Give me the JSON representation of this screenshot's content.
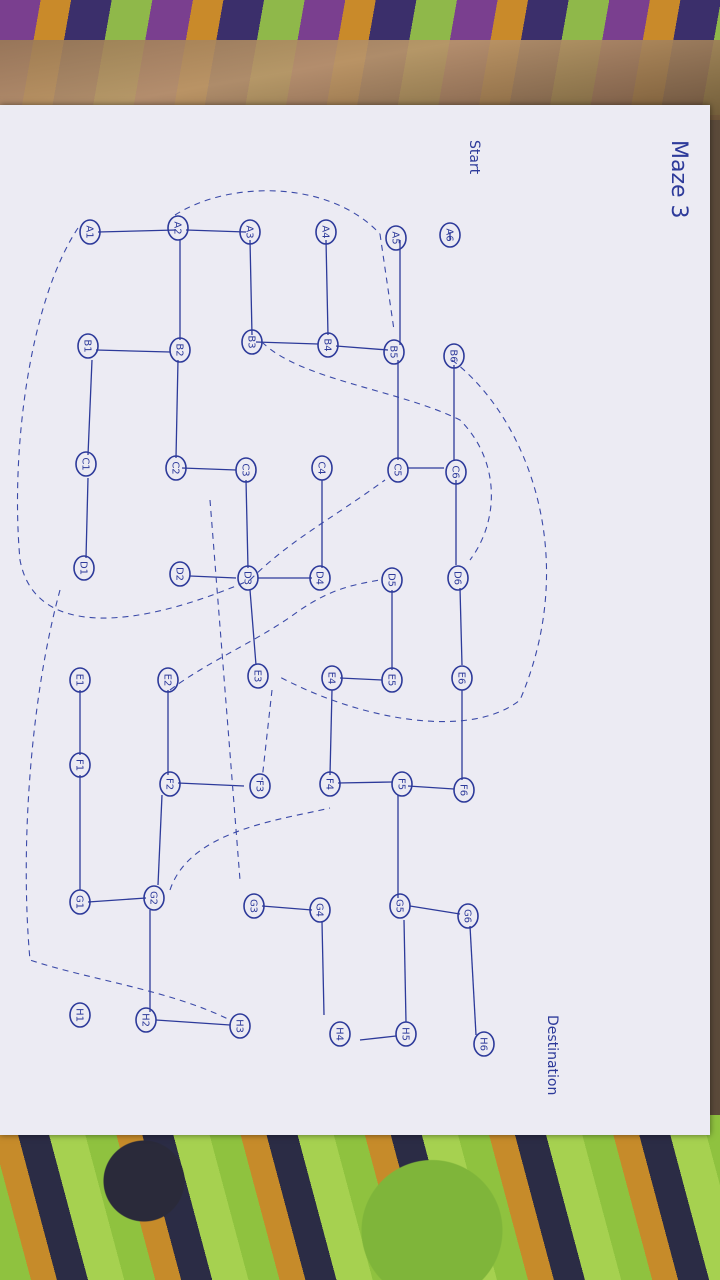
{
  "title": "Maze 3",
  "start_label": "Start",
  "destination_label": "Destination",
  "nodes": [
    {
      "id": "a1",
      "label": "A1"
    },
    {
      "id": "a2",
      "label": "A2"
    },
    {
      "id": "a3",
      "label": "A3"
    },
    {
      "id": "a4",
      "label": "A4"
    },
    {
      "id": "a5",
      "label": "A5"
    },
    {
      "id": "a6",
      "label": "A6"
    },
    {
      "id": "b1",
      "label": "B1"
    },
    {
      "id": "b2",
      "label": "B2"
    },
    {
      "id": "b3",
      "label": "B3"
    },
    {
      "id": "b4",
      "label": "B4"
    },
    {
      "id": "b5",
      "label": "B5"
    },
    {
      "id": "b6",
      "label": "B6"
    },
    {
      "id": "c1",
      "label": "C1"
    },
    {
      "id": "c2",
      "label": "C2"
    },
    {
      "id": "c3",
      "label": "C3"
    },
    {
      "id": "c4",
      "label": "C4"
    },
    {
      "id": "c5",
      "label": "C5"
    },
    {
      "id": "c6",
      "label": "C6"
    },
    {
      "id": "d1",
      "label": "D1"
    },
    {
      "id": "d2",
      "label": "D2"
    },
    {
      "id": "d3",
      "label": "D3"
    },
    {
      "id": "d4",
      "label": "D4"
    },
    {
      "id": "d5",
      "label": "D5"
    },
    {
      "id": "d6",
      "label": "D6"
    },
    {
      "id": "e1",
      "label": "E1"
    },
    {
      "id": "e2",
      "label": "E2"
    },
    {
      "id": "e3",
      "label": "E3"
    },
    {
      "id": "e4",
      "label": "E4"
    },
    {
      "id": "e5",
      "label": "E5"
    },
    {
      "id": "e6",
      "label": "E6"
    },
    {
      "id": "f1",
      "label": "F1"
    },
    {
      "id": "f2",
      "label": "F2"
    },
    {
      "id": "f3",
      "label": "F3"
    },
    {
      "id": "f4",
      "label": "F4"
    },
    {
      "id": "f5",
      "label": "F5"
    },
    {
      "id": "f6",
      "label": "F6"
    },
    {
      "id": "g1",
      "label": "G1"
    },
    {
      "id": "g2",
      "label": "G2"
    },
    {
      "id": "g3",
      "label": "G3"
    },
    {
      "id": "g4",
      "label": "G4"
    },
    {
      "id": "g5",
      "label": "G5"
    },
    {
      "id": "g6",
      "label": "G6"
    },
    {
      "id": "h1",
      "label": "H1"
    },
    {
      "id": "h2",
      "label": "H2"
    },
    {
      "id": "h3",
      "label": "H3"
    },
    {
      "id": "h4",
      "label": "H4"
    },
    {
      "id": "h5",
      "label": "H5"
    },
    {
      "id": "h6",
      "label": "H6"
    }
  ]
}
